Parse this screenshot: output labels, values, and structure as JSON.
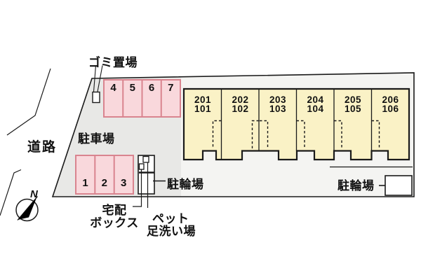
{
  "diagram_title": "site-plan",
  "site": {
    "road_label": "道路",
    "garbage_area_label": "ゴミ置場",
    "parking_lot_label": "駐車場",
    "compass_n": "N"
  },
  "annotations": {
    "delivery_box_line1": "宅配",
    "delivery_box_line2": "ボックス",
    "pet_wash_line1": "ペット",
    "pet_wash_line2": "足洗い場",
    "bike_parking_left_label": "駐輪場",
    "bike_parking_right_label": "駐輪場"
  },
  "parking": {
    "upper_spaces": [
      "4",
      "5",
      "6",
      "7"
    ],
    "lower_spaces": [
      "1",
      "2",
      "3"
    ]
  },
  "building": {
    "units": [
      {
        "upper": "201",
        "lower": "101"
      },
      {
        "upper": "202",
        "lower": "102"
      },
      {
        "upper": "203",
        "lower": "103"
      },
      {
        "upper": "204",
        "lower": "104"
      },
      {
        "upper": "205",
        "lower": "105"
      },
      {
        "upper": "206",
        "lower": "106"
      }
    ]
  },
  "colors": {
    "site_fill": "#e8e8e6",
    "parcel_fill": "#f4f4f2",
    "building_fill": "#faf2c6",
    "building_border": "#1a1a1a",
    "parking_fill": "#f9d8dc",
    "parking_border": "#d9848f",
    "line_color": "#1a1a1a",
    "white_fill": "#ffffff"
  }
}
